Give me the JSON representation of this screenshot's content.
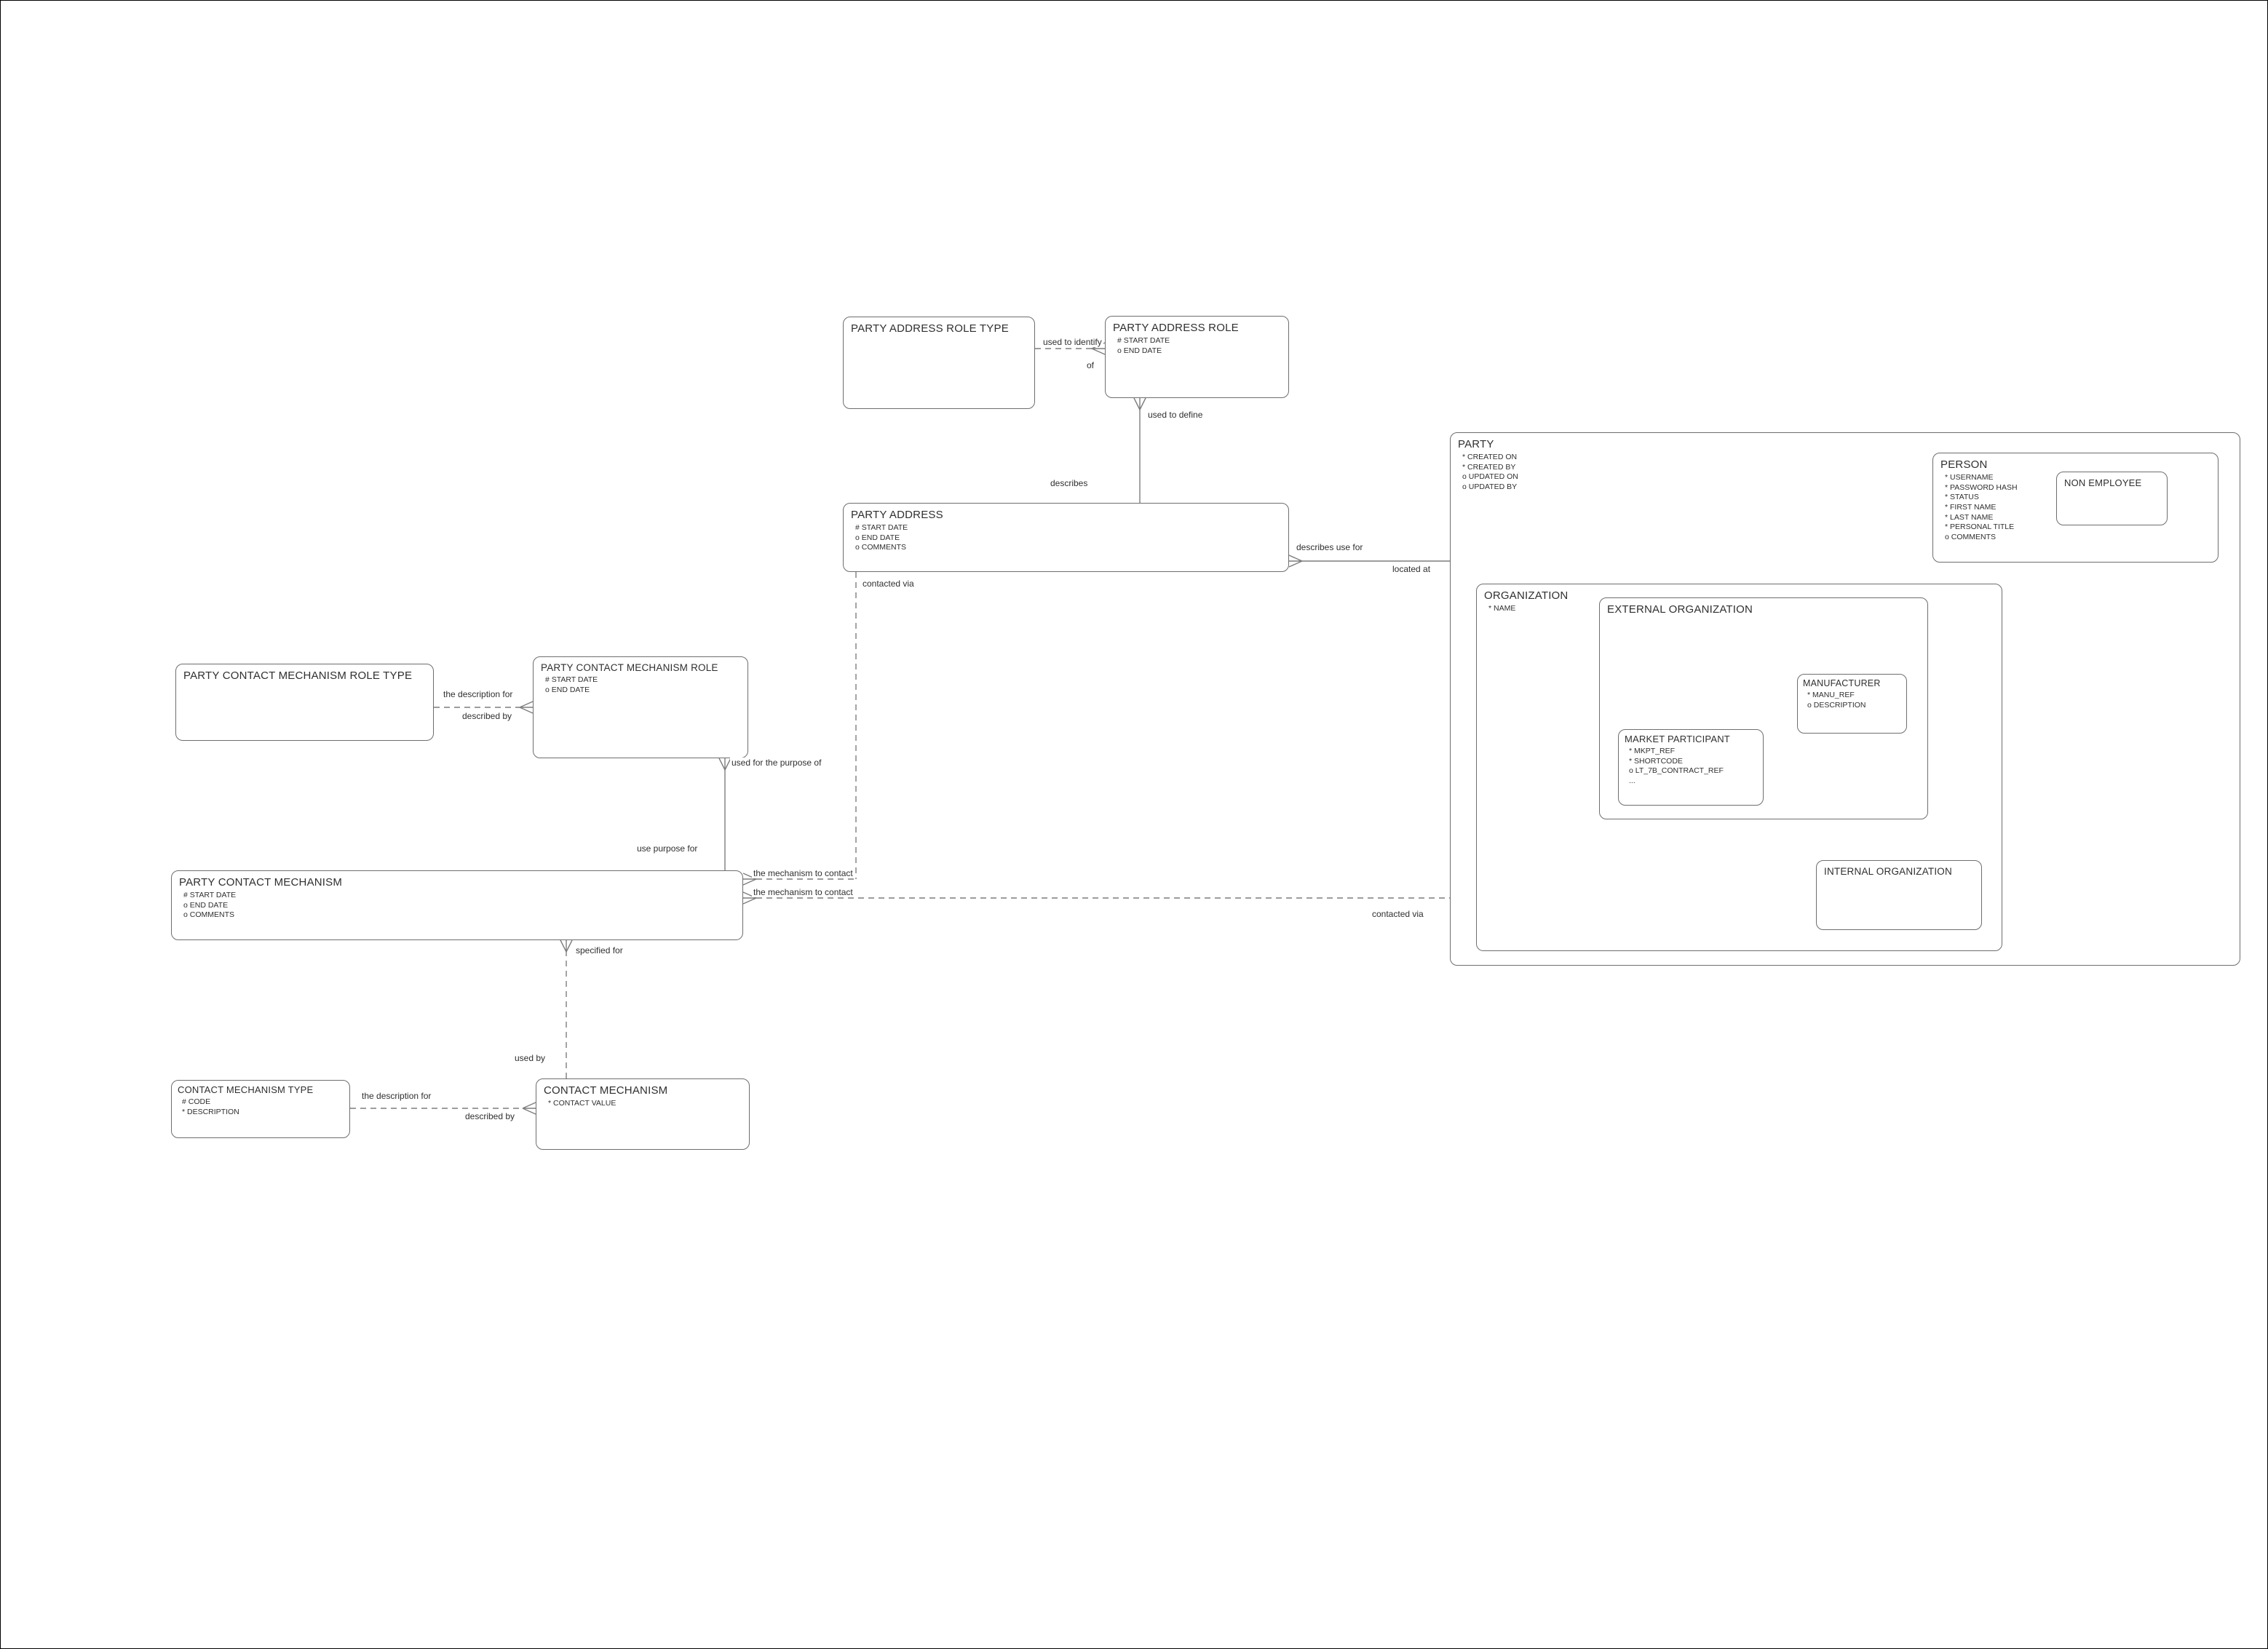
{
  "entities": {
    "party_address_role_type": {
      "name": "PARTY ADDRESS ROLE TYPE",
      "attrs": []
    },
    "party_address_role": {
      "name": "PARTY ADDRESS ROLE",
      "attrs": [
        "# START DATE",
        "o END DATE"
      ]
    },
    "party_address": {
      "name": "PARTY ADDRESS",
      "attrs": [
        "# START DATE",
        "o END DATE",
        "o COMMENTS"
      ]
    },
    "party": {
      "name": "PARTY",
      "attrs": [
        "* CREATED ON",
        "* CREATED BY",
        "o UPDATED ON",
        "o UPDATED BY"
      ]
    },
    "person": {
      "name": "PERSON",
      "attrs": [
        "* USERNAME",
        "* PASSWORD HASH",
        "* STATUS",
        "* FIRST NAME",
        "* LAST NAME",
        "* PERSONAL TITLE",
        "o COMMENTS"
      ]
    },
    "non_employee": {
      "name": "NON EMPLOYEE",
      "attrs": []
    },
    "organization": {
      "name": "ORGANIZATION",
      "attrs": [
        "* NAME"
      ]
    },
    "external_organization": {
      "name": "EXTERNAL ORGANIZATION",
      "attrs": []
    },
    "manufacturer": {
      "name": "MANUFACTURER",
      "attrs": [
        "* MANU_REF",
        "o DESCRIPTION"
      ]
    },
    "market_participant": {
      "name": "MARKET PARTICIPANT",
      "attrs": [
        "* MKPT_REF",
        "* SHORTCODE",
        "o LT_7B_CONTRACT_REF",
        "..."
      ]
    },
    "internal_organization": {
      "name": "INTERNAL ORGANIZATION",
      "attrs": []
    },
    "party_contact_mechanism_role_type": {
      "name": "PARTY CONTACT MECHANISM ROLE TYPE",
      "attrs": []
    },
    "party_contact_mechanism_role": {
      "name": "PARTY CONTACT MECHANISM ROLE",
      "attrs": [
        "# START DATE",
        "o END DATE"
      ]
    },
    "party_contact_mechanism": {
      "name": "PARTY CONTACT MECHANISM",
      "attrs": [
        "# START DATE",
        "o END DATE",
        "o COMMENTS"
      ]
    },
    "contact_mechanism_type": {
      "name": "CONTACT MECHANISM TYPE",
      "attrs": [
        "# CODE",
        "* DESCRIPTION"
      ]
    },
    "contact_mechanism": {
      "name": "CONTACT MECHANISM",
      "attrs": [
        "* CONTACT VALUE"
      ]
    }
  },
  "relationships": {
    "used_to_identify": "used to identify",
    "of": "of",
    "used_to_define": "used to define",
    "describes": "describes",
    "describes_use_for": "describes use for",
    "located_at": "located at",
    "contacted_via": "contacted via",
    "the_description_for": "the description for",
    "described_by": "described by",
    "used_for_the_purpose_of": "used for the purpose of",
    "use_purpose_for": "use purpose for",
    "the_mechanism_to_contact": "the mechanism to contact",
    "specified_for": "specified for",
    "used_by": "used by"
  }
}
